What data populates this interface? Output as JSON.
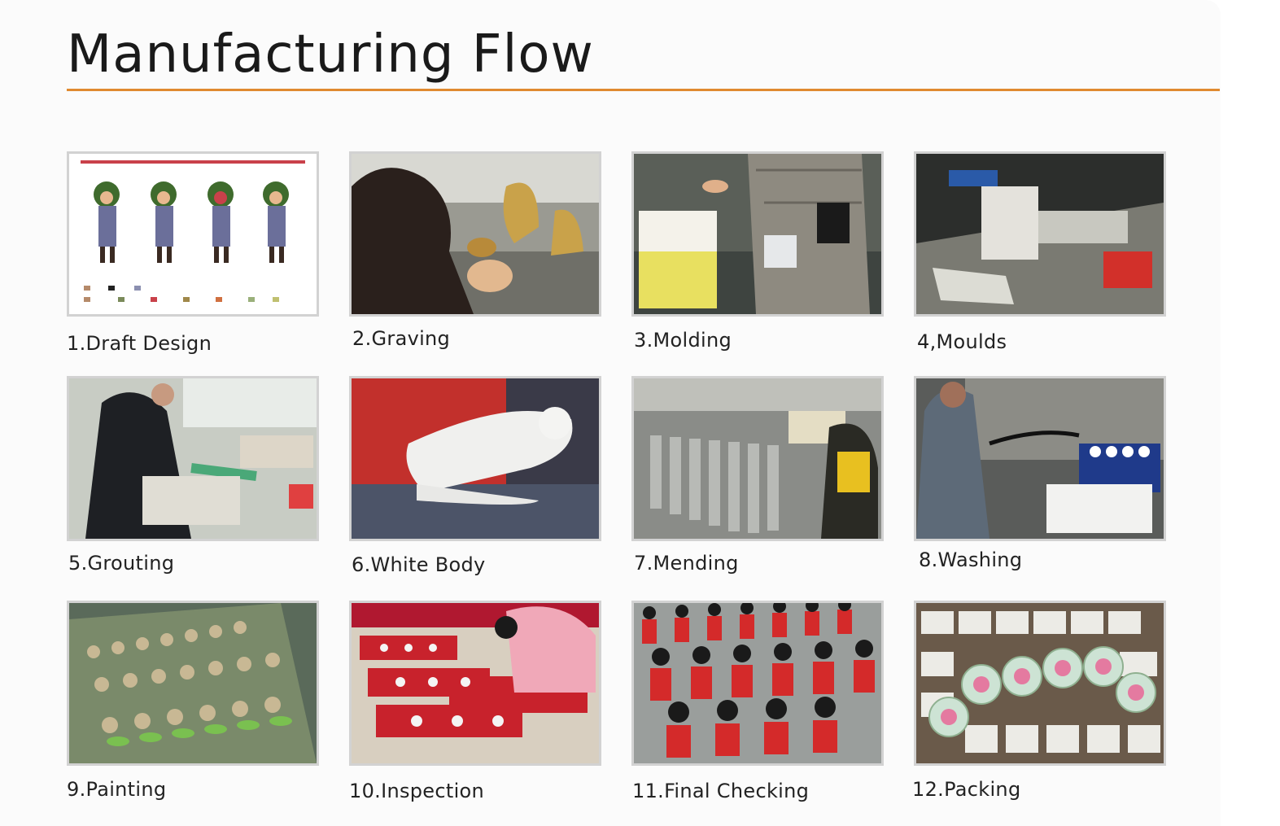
{
  "title": "Manufacturing Flow",
  "colors": {
    "rule": "#e08a30",
    "frame": "#d2d2d2"
  },
  "steps": [
    {
      "label": "1.Draft Design",
      "image": "draft-design-sheet"
    },
    {
      "label": "2.Graving",
      "image": "graving-worker"
    },
    {
      "label": "3.Molding",
      "image": "molding-silicone"
    },
    {
      "label": "4,Moulds",
      "image": "moulds-table"
    },
    {
      "label": "5.Grouting",
      "image": "grouting-worker"
    },
    {
      "label": "6.White Body",
      "image": "white-body-sleigh"
    },
    {
      "label": "7.Mending",
      "image": "mending-figurines"
    },
    {
      "label": "8.Washing",
      "image": "washing-spray"
    },
    {
      "label": "9.Painting",
      "image": "painted-figurines"
    },
    {
      "label": "10.Inspection",
      "image": "inspection-worker"
    },
    {
      "label": "11.Final Checking",
      "image": "red-soldier-figurines"
    },
    {
      "label": "12.Packing",
      "image": "snow-globes-boxes"
    }
  ]
}
